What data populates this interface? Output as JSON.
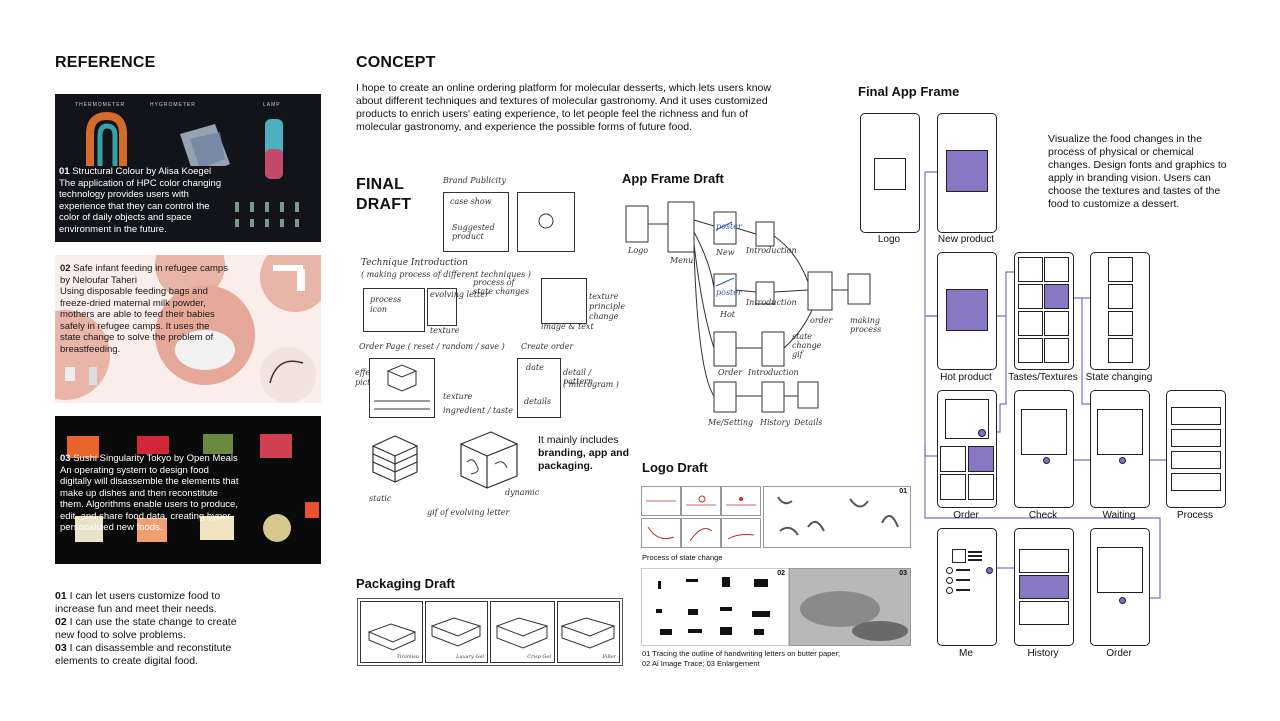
{
  "reference": {
    "title": "REFERENCE",
    "panel1": {
      "labels": [
        "THERMOMETER",
        "HYGROMETER",
        "LAMP"
      ],
      "num": "01",
      "title": " Structural Colour by Alisa Koegel",
      "text": "The application of HPC color changing technology provides users with experience that they can control the color of daily objects and space environment in the future."
    },
    "panel2": {
      "num": "02",
      "title": " Safe infant feeding in refugee camps by Neloufar Taheri",
      "text": "Using disposable feeding bags and freeze-dried maternal milk powder, mothers are able to feed their babies safely in refugee camps. It uses the state change to solve the problem of breastfeeding."
    },
    "panel3": {
      "num": "03",
      "title": " Sushi Singularity Tokyo by Open Meals",
      "text": "An operating system to design food digitally will disassemble the elements that make up dishes and then reconstitute them. Algorithms enable users to produce, edit, and share food data, creating hyper-personalized new foods."
    },
    "points": [
      {
        "num": "01",
        "text": " I can let users customize food to increase fun and meet their needs."
      },
      {
        "num": "02",
        "text": " I can use the state change to create new food to solve problems."
      },
      {
        "num": "03",
        "text": " I can disassemble and reconstitute elements to create digital food."
      }
    ]
  },
  "concept": {
    "title": "CONCEPT",
    "text": "I hope to create an online ordering platform for molecular desserts, which lets users know about different techniques and textures of molecular gastronomy. And it uses customized products to enrich users' eating experience, to let people feel the richness and fun of molecular gastronomy, and experience the possible forms of future food."
  },
  "final_draft": {
    "title_line1": "FINAL",
    "title_line2": "DRAFT",
    "hand": {
      "brand": "Brand Publicity",
      "case_show": "case show",
      "suggested": "Suggested product",
      "technique": "Technique Introduction",
      "technique_sub": "( making process of different techniques )",
      "process_icon": "process icon",
      "evolving": "evolving letter",
      "state_changes": "process of state changes",
      "texture": "texture",
      "texture_principle": "texture principle change",
      "image_text": "image & text",
      "order_page": "Order Page ( reset / random / save )",
      "create_order": "Create order",
      "date": "date",
      "detail_pattern": "detail / pattern",
      "microgram": "( microgram )",
      "details": "details",
      "effect_picture": "effect picture",
      "texture2": "texture",
      "ingredient": "ingredient / taste",
      "static": "static",
      "dynamic": "dynamic",
      "gif": "gif of evolving letter"
    },
    "includes": "It mainly includes",
    "includes_bold": "branding, app and packaging."
  },
  "packaging": {
    "title": "Packaging Draft",
    "cards": [
      "Tiramisu",
      "Luxury Gel",
      "Crisp Gel",
      "Filler"
    ]
  },
  "app_draft": {
    "title": "App Frame Draft",
    "hand": [
      "Logo",
      "Menu",
      "New",
      "poster",
      "Introduction",
      "Hot",
      "poster",
      "Introduction",
      "order",
      "making process",
      "state change gif",
      "Order",
      "Introduction",
      "Me/Setting",
      "History",
      "Details"
    ]
  },
  "logo_draft": {
    "title": "Logo Draft",
    "tag1": "01",
    "tag2": "02",
    "tag3": "03",
    "process": "Process of state change",
    "caption_line1": "01 Tracing the outline of handwriting letters on butter paper;",
    "caption_line2": "02 Ai Image Trace; 03 Enlargement"
  },
  "final_app": {
    "title": "Final App Frame",
    "desc": "Visualize the food changes in the process of physical or chemical changes. Design fonts and graphics to apply in branding vision. Users can choose the textures and tastes of the food to customize a dessert.",
    "labels": {
      "logo": "Logo",
      "new_product": "New product",
      "hot_product": "Hot product",
      "tastes": "Tastes/Textures",
      "state": "State changing",
      "order": "Order",
      "check": "Check",
      "waiting": "Waiting",
      "process": "Process",
      "me": "Me",
      "history": "History",
      "order2": "Order"
    },
    "accent": "#8878c3",
    "line_color": "#7a72c8"
  }
}
